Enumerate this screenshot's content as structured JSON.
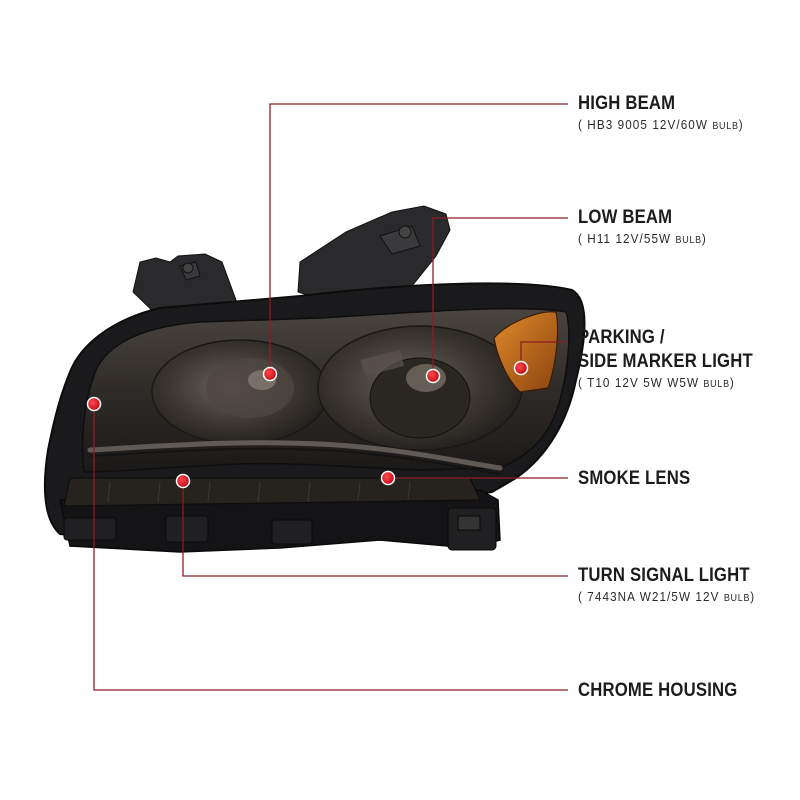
{
  "colors": {
    "leader_line": "#8a1f24",
    "marker_fill": "#d8101c",
    "marker_ring": "#ffffff",
    "housing_dark": "#1a1a1c",
    "lens_smoke": "#3a3632",
    "amber": "#c9731e"
  },
  "callouts": [
    {
      "id": "high-beam",
      "title": "HIGH BEAM",
      "spec_open": "( HB3  9005  12V/60W",
      "spec_unit": "BULB",
      "spec_close": ")"
    },
    {
      "id": "low-beam",
      "title": "LOW BEAM",
      "spec_open": "( H11  12V/55W ",
      "spec_unit": "BULB",
      "spec_close": ")"
    },
    {
      "id": "parking",
      "title": "PARKING /",
      "title2": "SIDE MARKER LIGHT",
      "spec_open": "( T10  12V 5W W5W ",
      "spec_unit": "BULB",
      "spec_close": ")"
    },
    {
      "id": "smoke-lens",
      "title": "SMOKE LENS"
    },
    {
      "id": "turn-signal",
      "title": "TURN SIGNAL LIGHT",
      "spec_open": "( 7443NA  W21/5W 12V",
      "spec_unit": "BULB",
      "spec_close": ")"
    },
    {
      "id": "chrome-housing",
      "title": "CHROME HOUSING"
    }
  ]
}
